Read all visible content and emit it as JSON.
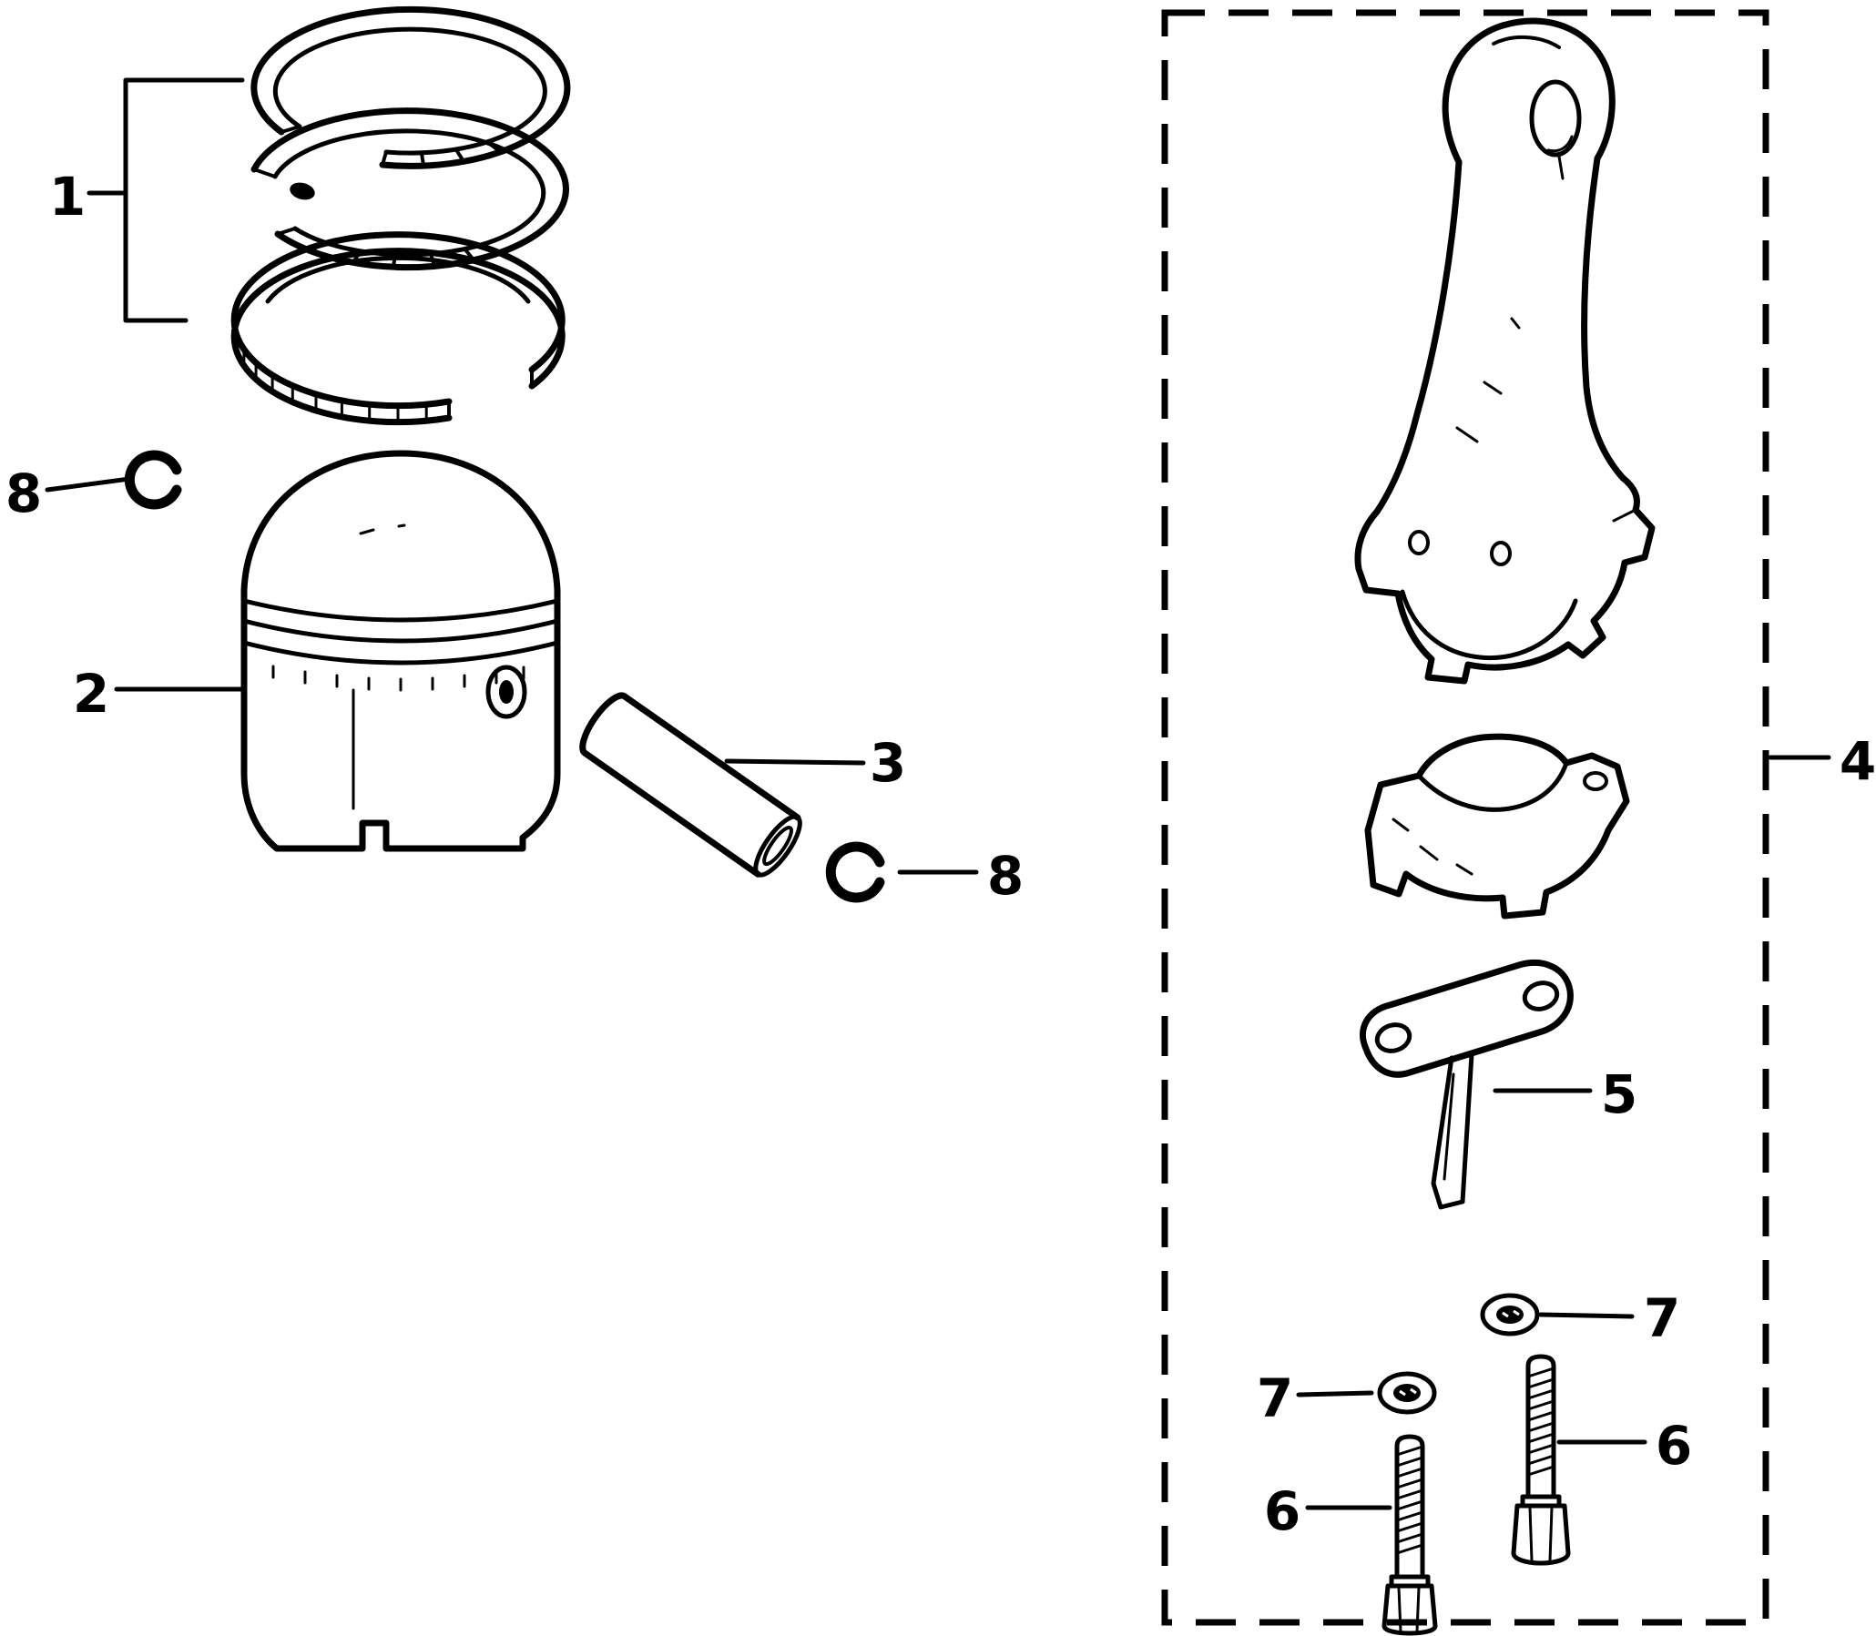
{
  "colors": {
    "ink": "#000000",
    "background": "#ffffff"
  },
  "callouts": {
    "piston_rings": "1",
    "piston": "2",
    "piston_pin": "3",
    "connecting_rod_assembly": "4",
    "oil_dipper": "5",
    "bolt_left": "6",
    "bolt_right": "6",
    "washer_upper": "7",
    "washer_lower": "7",
    "pin_clip_left": "8",
    "pin_clip_right": "8"
  }
}
